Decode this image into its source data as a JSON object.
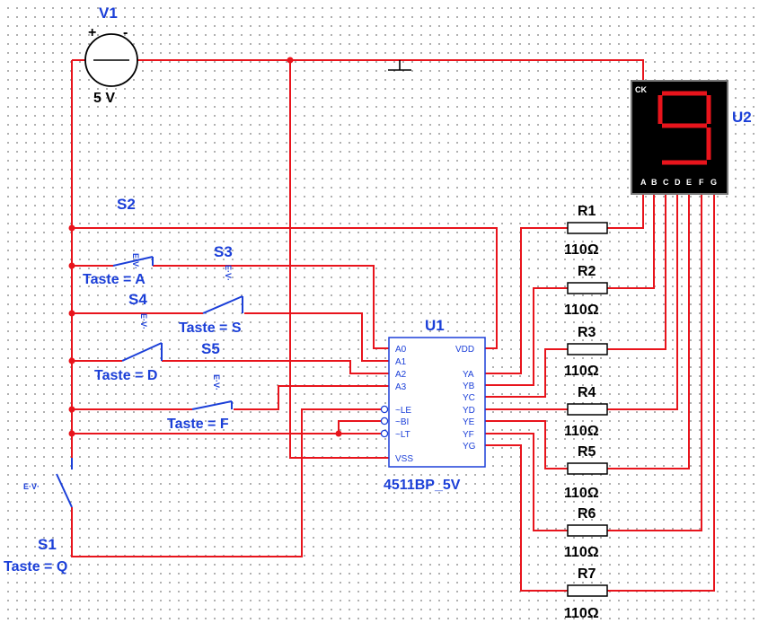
{
  "source": {
    "ref": "V1",
    "value": "5 V",
    "plus": "+",
    "minus": "-"
  },
  "decoder": {
    "ref": "U1",
    "part": "4511BP_5V",
    "pins_left": [
      "A0",
      "A1",
      "A2",
      "A3",
      "~LE",
      "~BI",
      "~LT",
      "VSS"
    ],
    "pins_right": [
      "VDD",
      "YA",
      "YB",
      "YC",
      "YD",
      "YE",
      "YF",
      "YG"
    ]
  },
  "display": {
    "ref": "U2",
    "ck": "CK",
    "segments": [
      "A",
      "B",
      "C",
      "D",
      "E",
      "F",
      "G"
    ],
    "shown_digit": "9"
  },
  "resistors": [
    {
      "ref": "R1",
      "value": "110Ω"
    },
    {
      "ref": "R2",
      "value": "110Ω"
    },
    {
      "ref": "R3",
      "value": "110Ω"
    },
    {
      "ref": "R4",
      "value": "110Ω"
    },
    {
      "ref": "R5",
      "value": "110Ω"
    },
    {
      "ref": "R6",
      "value": "110Ω"
    },
    {
      "ref": "R7",
      "value": "110Ω"
    }
  ],
  "switches": [
    {
      "ref": "S1",
      "key": "Taste = Q"
    },
    {
      "ref": "S2",
      "key": "Taste = A"
    },
    {
      "ref": "S3",
      "key": "Taste = S"
    },
    {
      "ref": "S4",
      "key": "Taste = D"
    },
    {
      "ref": "S5",
      "key": "Taste = F"
    }
  ],
  "switch_glyph": "E·V·",
  "colors": {
    "wire": "#e8141c",
    "label": "#1b3fd8",
    "display_bg": "#000000",
    "segment_on": "#e8141c"
  }
}
